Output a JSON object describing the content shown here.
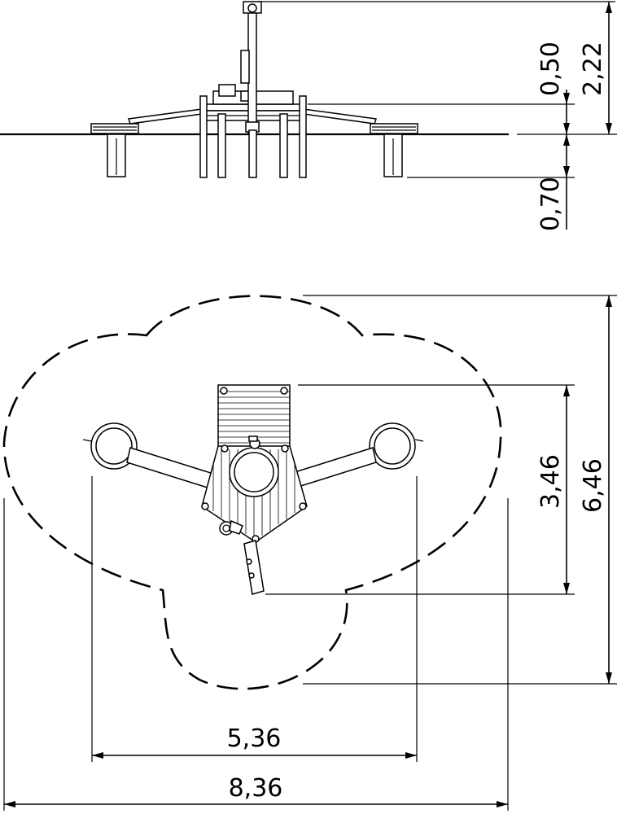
{
  "elevation_view": {
    "dimensions": {
      "mast_above_platform": "0,50",
      "total_height": "2,22",
      "foundation_depth": "0,70"
    }
  },
  "plan_view": {
    "dimensions": {
      "equipment_depth": "3,46",
      "safety_zone_depth": "6,46",
      "equipment_width": "5,36",
      "safety_zone_width": "8,36"
    }
  }
}
